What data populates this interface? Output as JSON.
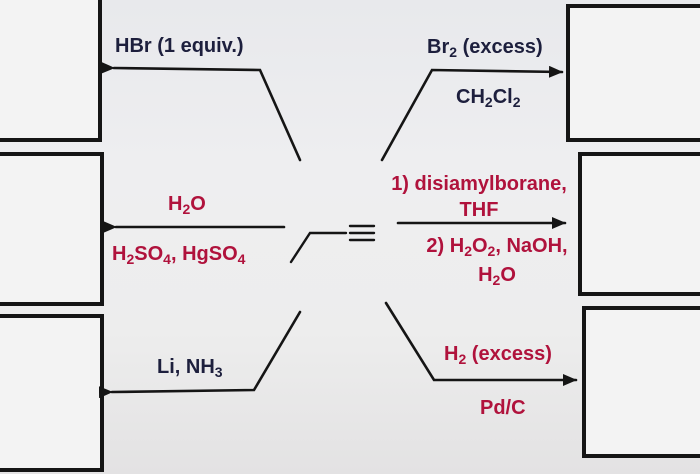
{
  "reagents": {
    "hbr": {
      "main": "HBr (1 equiv.)"
    },
    "br2": {
      "pre": "Br",
      "sub": "2",
      "post": " (excess)"
    },
    "ch2cl2": {
      "a": "CH",
      "a_sub": "2",
      "b": "Cl",
      "b_sub": "2"
    },
    "h2o_left": {
      "a": "H",
      "a_sub": "2",
      "b": "O"
    },
    "h2so4_hgso4": {
      "a": "H",
      "a_sub": "2",
      "b": "SO",
      "b_sub": "4",
      "c": ", HgSO",
      "c_sub": "4"
    },
    "hydroboration_step1": {
      "line1": "1) disiamylborane,",
      "line2": "THF"
    },
    "hydroboration_step2": {
      "a": "2) H",
      "a_sub": "2",
      "b": "O",
      "b_sub": "2",
      "c": ", NaOH,",
      "d": "H",
      "d_sub": "2",
      "e": "O"
    },
    "li_nh3": {
      "a": "Li, NH",
      "a_sub": "3"
    },
    "h2_excess": {
      "a": "H",
      "a_sub": "2",
      "b": " (excess)"
    },
    "pdc": {
      "main": "Pd/C"
    }
  },
  "colors": {
    "navy_text": "#1d1f3d",
    "red_text": "#b0123c",
    "ink": "#151515"
  }
}
